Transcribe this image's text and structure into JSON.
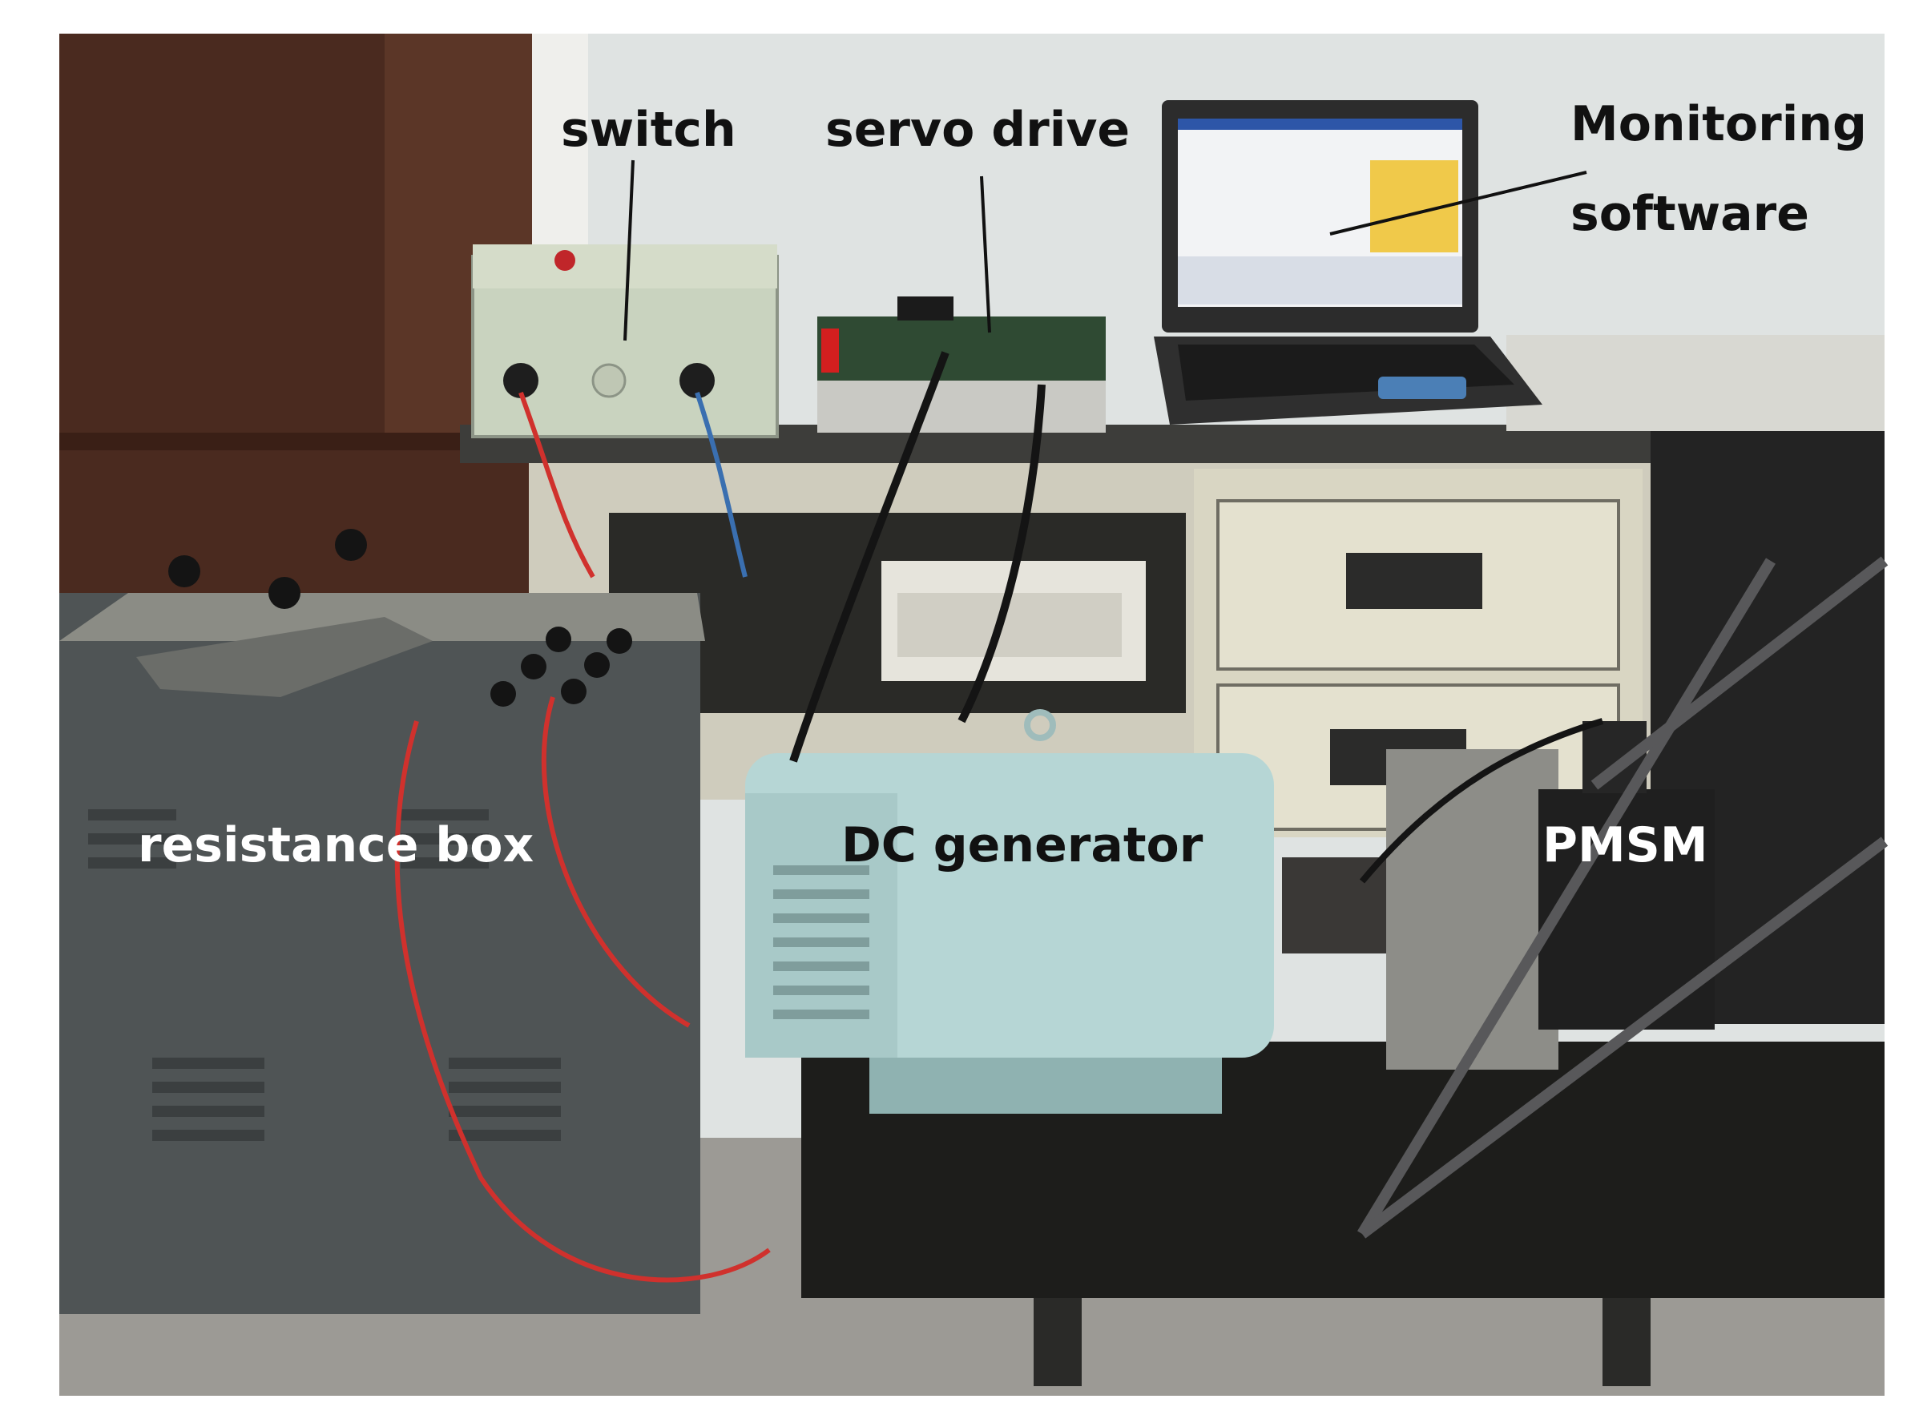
{
  "labels": {
    "switch": "switch",
    "servo_drive": "servo drive",
    "monitoring_line1": "Monitoring",
    "monitoring_line2": "software",
    "resistance_box": "resistance box",
    "dc_generator": "DC generator",
    "pmsm": "PMSM"
  },
  "colors": {
    "wall": "#dfe3e2",
    "door": "#4a2a1f",
    "desk": "#d8d6c8",
    "resistance_box": "#4f5455",
    "dc_generator": "#b6d6d5",
    "bench": "#1d1d1b",
    "laptop_screen_accent": "#f0c94a",
    "wire_red": "#d0312d",
    "wire_blue": "#3a6fb0"
  }
}
